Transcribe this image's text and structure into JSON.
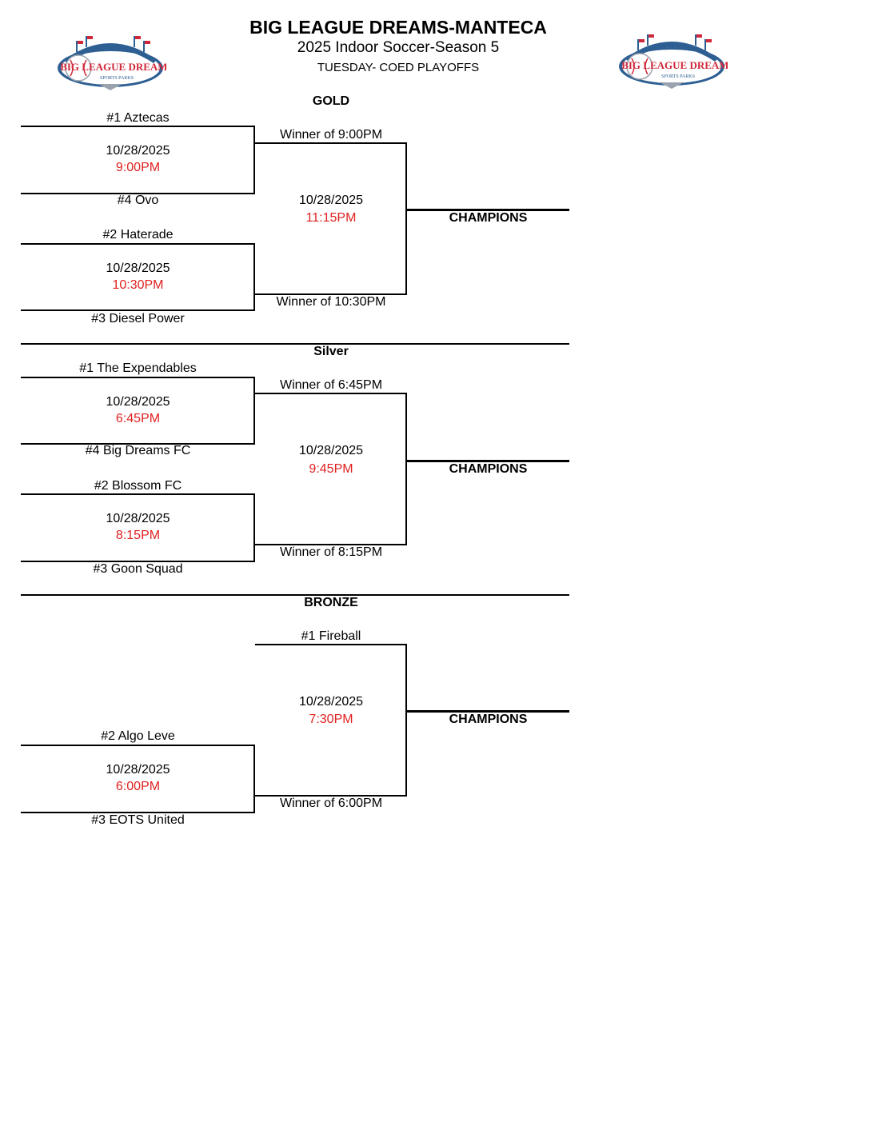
{
  "header": {
    "title": "BIG LEAGUE DREAMS-MANTECA",
    "subtitle": "2025 Indoor Soccer-Season 5",
    "league": "TUESDAY- COED PLAYOFFS"
  },
  "logo": {
    "text_main": "BIG LEAGUE DREAMS",
    "text_sub": "SPORTS PARKS",
    "colors": {
      "blue": "#2d5f93",
      "red": "#d0283a",
      "grey": "#9aa3ad"
    }
  },
  "brackets": {
    "gold": {
      "title": "GOLD",
      "team1": "#1 Aztecas",
      "team4": "#4 Ovo",
      "team2": "#2 Haterade",
      "team3": "#3 Diesel Power",
      "game_a_date": "10/28/2025",
      "game_a_time": "9:00PM",
      "game_b_date": "10/28/2025",
      "game_b_time": "10:30PM",
      "final_date": "10/28/2025",
      "final_time": "11:15PM",
      "winner_a": "Winner of 9:00PM",
      "winner_b": "Winner of 10:30PM",
      "champions": "CHAMPIONS"
    },
    "silver": {
      "title": "Silver",
      "team1": "#1 The Expendables",
      "team4": "#4 Big Dreams FC",
      "team2": "#2 Blossom FC",
      "team3": "#3 Goon Squad",
      "game_a_date": "10/28/2025",
      "game_a_time": "6:45PM",
      "game_b_date": "10/28/2025",
      "game_b_time": "8:15PM",
      "final_date": "10/28/2025",
      "final_time": "9:45PM",
      "winner_a": "Winner of 6:45PM",
      "winner_b": "Winner of 8:15PM",
      "champions": "CHAMPIONS"
    },
    "bronze": {
      "title": "BRONZE",
      "bye_team": "#1 Fireball",
      "team2": "#2 Algo Leve",
      "team3": "#3 EOTS United",
      "game_b_date": "10/28/2025",
      "game_b_time": "6:00PM",
      "final_date": "10/28/2025",
      "final_time": "7:30PM",
      "winner_b": "Winner of 6:00PM",
      "champions": "CHAMPIONS"
    }
  },
  "colors": {
    "time_red": "#e02020",
    "line": "#000000"
  }
}
